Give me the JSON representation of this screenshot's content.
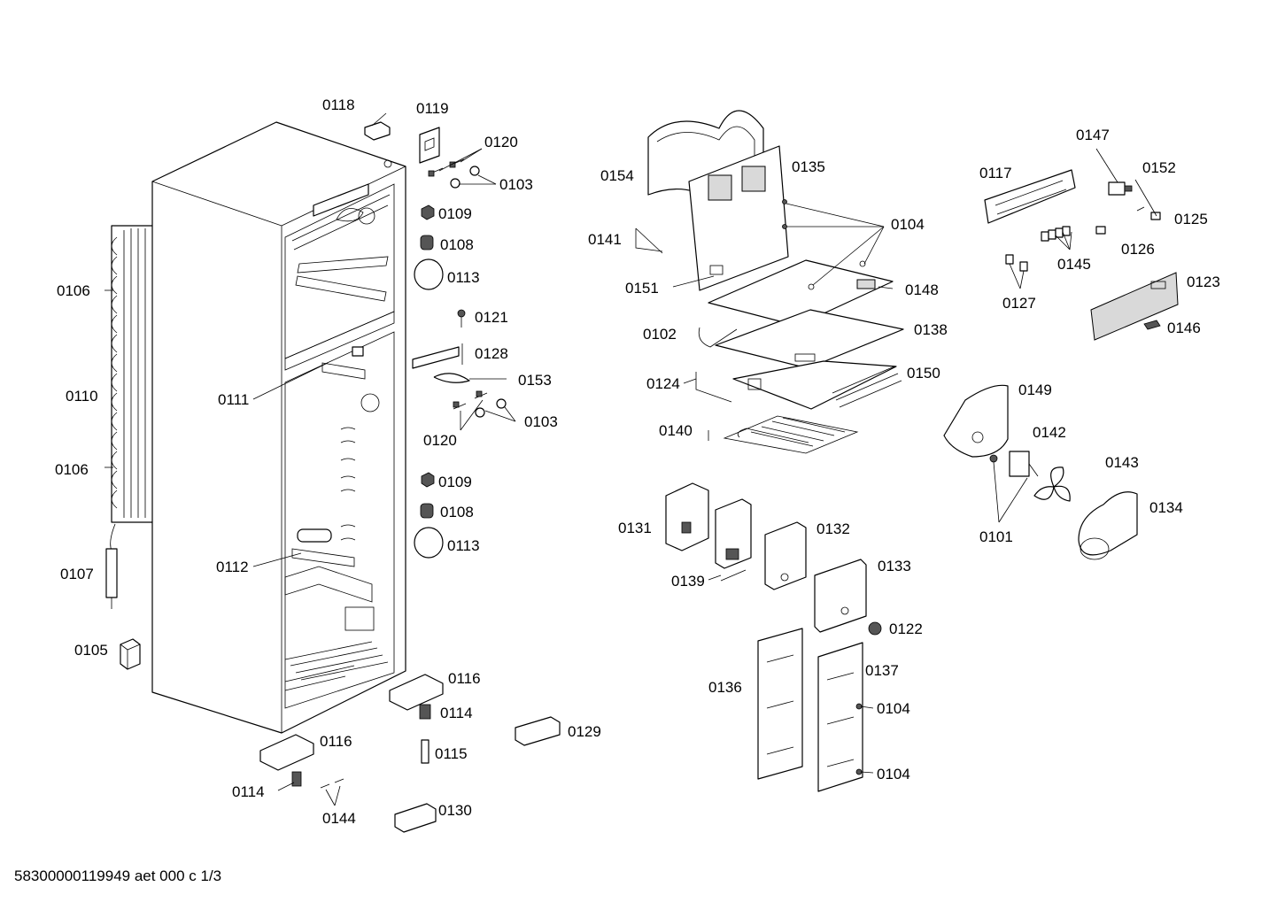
{
  "footer": "58300000119949 aet 000 c 1/3",
  "labels": {
    "l0101": "0101",
    "l0102": "0102",
    "l0103a": "0103",
    "l0103b": "0103",
    "l0104a": "0104",
    "l0104b": "0104",
    "l0104c": "0104",
    "l0105": "0105",
    "l0106a": "0106",
    "l0106b": "0106",
    "l0107": "0107",
    "l0108a": "0108",
    "l0108b": "0108",
    "l0109a": "0109",
    "l0109b": "0109",
    "l0110": "0110",
    "l0111": "0111",
    "l0112": "0112",
    "l0113a": "0113",
    "l0113b": "0113",
    "l0114a": "0114",
    "l0114b": "0114",
    "l0115": "0115",
    "l0116a": "0116",
    "l0116b": "0116",
    "l0117": "0117",
    "l0118": "0118",
    "l0119": "0119",
    "l0120a": "0120",
    "l0120b": "0120",
    "l0121": "0121",
    "l0122": "0122",
    "l0123": "0123",
    "l0124": "0124",
    "l0125": "0125",
    "l0126": "0126",
    "l0127": "0127",
    "l0128": "0128",
    "l0129": "0129",
    "l0130": "0130",
    "l0131": "0131",
    "l0132": "0132",
    "l0133": "0133",
    "l0134": "0134",
    "l0135": "0135",
    "l0136": "0136",
    "l0137": "0137",
    "l0138": "0138",
    "l0139": "0139",
    "l0140": "0140",
    "l0141": "0141",
    "l0142": "0142",
    "l0143": "0143",
    "l0144": "0144",
    "l0145": "0145",
    "l0146": "0146",
    "l0147": "0147",
    "l0148": "0148",
    "l0149": "0149",
    "l0150": "0150",
    "l0151": "0151",
    "l0152": "0152",
    "l0153": "0153",
    "l0154": "0154"
  }
}
